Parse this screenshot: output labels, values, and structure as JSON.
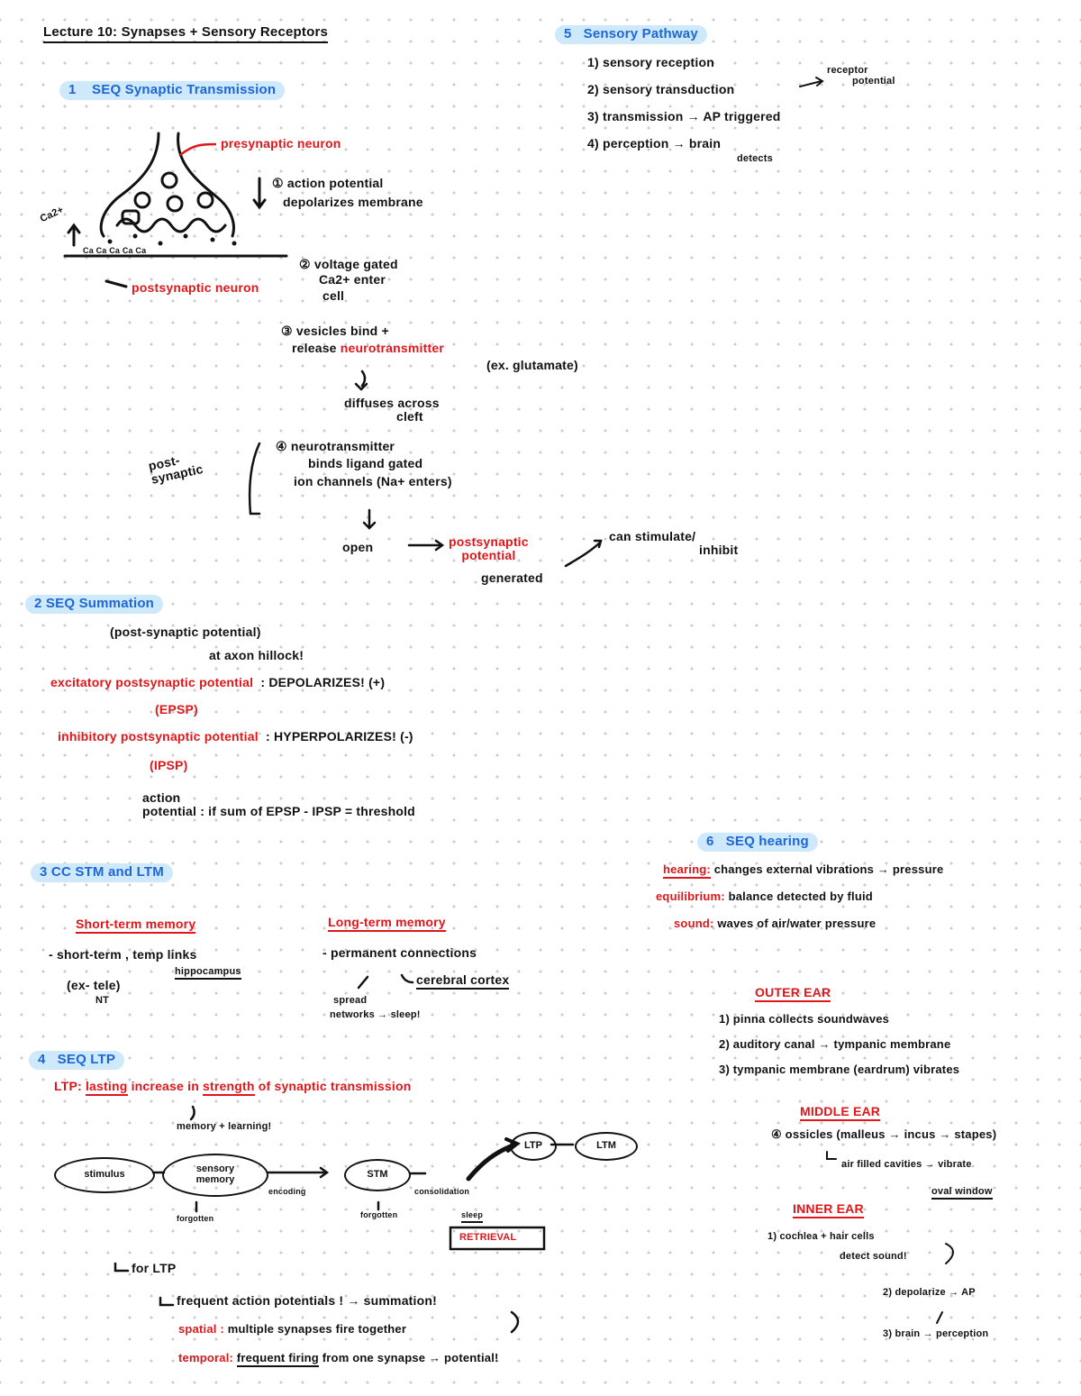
{
  "title": "Lecture 10: Synapses + Sensory Receptors",
  "synaptic": {
    "heading": "SEQ Synaptic Transmission",
    "num": "1",
    "presynaptic": "presynaptic neuron",
    "postsynaptic": "postsynaptic neuron",
    "ca_label": "Ca2+",
    "ca_ions": "Ca   Ca   Ca   Ca   Ca",
    "step1a": "action potential",
    "step1b": "depolarizes membrane",
    "step2a": "voltage gated",
    "step2b": "Ca2+ enter",
    "step2c": "cell",
    "step3a": "vesicles bind +",
    "step3b_pre": "release",
    "step3b_red": "neurotransmitter",
    "step3c": "(ex. glutamate)",
    "diffuses_a": "diffuses across",
    "diffuses_b": "cleft",
    "post_label_a": "post-",
    "post_label_b": "synaptic",
    "step4a": "neurotransmitter",
    "step4b": "binds ligand gated",
    "step4c": "ion channels (Na+ enters)",
    "opens": "open",
    "psp_a": "postsynaptic",
    "psp_b": "potential",
    "generated": "generated",
    "result_a": "can stimulate/",
    "result_b": "inhibit"
  },
  "sensory": {
    "heading": "Sensory Pathway",
    "num": "5",
    "items": [
      {
        "n": "1",
        "text": "sensory reception"
      },
      {
        "n": "2",
        "text": "sensory transduction"
      },
      {
        "n": "3",
        "text": "transmission → AP triggered"
      },
      {
        "n": "4",
        "text": "perception → brain"
      }
    ],
    "receptor_a": "receptor",
    "receptor_b": "potential",
    "detects": "detects"
  },
  "summation": {
    "heading": "SEQ Summation",
    "num": "2",
    "line1": "(post-synaptic potential)",
    "line2": "at axon hillock!",
    "epsp_red": "excitatory postsynaptic potential",
    "epsp_blk": ": DEPOLARIZES! (+)",
    "epsp_abbr": "(EPSP)",
    "ipsp_red": "inhibitory postsynaptic potential",
    "ipsp_blk": ": HYPERPOLARIZES! (-)",
    "ipsp_abbr": "(IPSP)",
    "ap_a": "action",
    "ap_b": "potential : if sum of EPSP - IPSP = threshold"
  },
  "memory": {
    "heading": "CC STM and LTM",
    "num": "3",
    "stm_title": "Short-term memory",
    "stm_a": "- short-term , temp links",
    "stm_hippo": "hippocampus",
    "stm_b": "(ex- tele)",
    "stm_c": "NT",
    "ltm_title": "Long-term memory",
    "ltm_a": "- permanent connections",
    "ltm_b": "cerebral cortex",
    "ltm_c": "spread",
    "ltm_d": "networks → sleep!"
  },
  "ltp": {
    "heading": "SEQ LTP",
    "num": "4",
    "def_a": "LTP:",
    "def_b": "lasting",
    "def_c": "increase in",
    "def_d": "strength",
    "def_e": "of synaptic transmission",
    "memory_learning": "memory + learning!",
    "stimulus": "stimulus",
    "sensory_memory_a": "sensory",
    "sensory_memory_b": "memory",
    "stm": "STM",
    "ltp": "LTP",
    "ltm": "LTM",
    "encoding": "encoding",
    "consolidation": "consolidation",
    "forgotten1": "forgotten",
    "forgotten2": "forgotten",
    "sleep": "sleep",
    "retrieval": "RETRIEVAL",
    "for_ltp": "for LTP",
    "frequent": "frequent action potentials ! → summation!",
    "spatial_red": "spatial :",
    "spatial_blk": "multiple synapses fire together",
    "temporal_red": "temporal:",
    "temporal_blk_a": "frequent firing",
    "temporal_blk_b": "from one synapse → potential!"
  },
  "hearing": {
    "heading": "SEQ hearing",
    "num": "6",
    "hearing_red": "hearing:",
    "hearing_blk": "changes external vibrations → pressure",
    "equilibrium_red": "equilibrium:",
    "equilibrium_blk": "balance detected by fluid",
    "sound_red": "sound:",
    "sound_blk": "waves of air/water pressure",
    "outer_title": "OUTER EAR",
    "outer": [
      {
        "n": "1",
        "text": "pinna collects soundwaves"
      },
      {
        "n": "2",
        "text": "auditory canal → tympanic membrane"
      },
      {
        "n": "3",
        "text": "tympanic membrane (eardrum) vibrates"
      }
    ],
    "middle_title": "MIDDLE EAR",
    "middle_a": "ossicles (malleus → incus → stapes)",
    "middle_b": "air filled cavities → vibrate",
    "middle_c": "oval window",
    "inner_title": "INNER EAR",
    "inner_a": "cochlea + hair cells",
    "inner_b": "detect sound!",
    "inner_c": "depolarize → AP",
    "inner_d": "brain → perception",
    "inner_n1": "1",
    "inner_n2": "2",
    "inner_n3": "3"
  }
}
